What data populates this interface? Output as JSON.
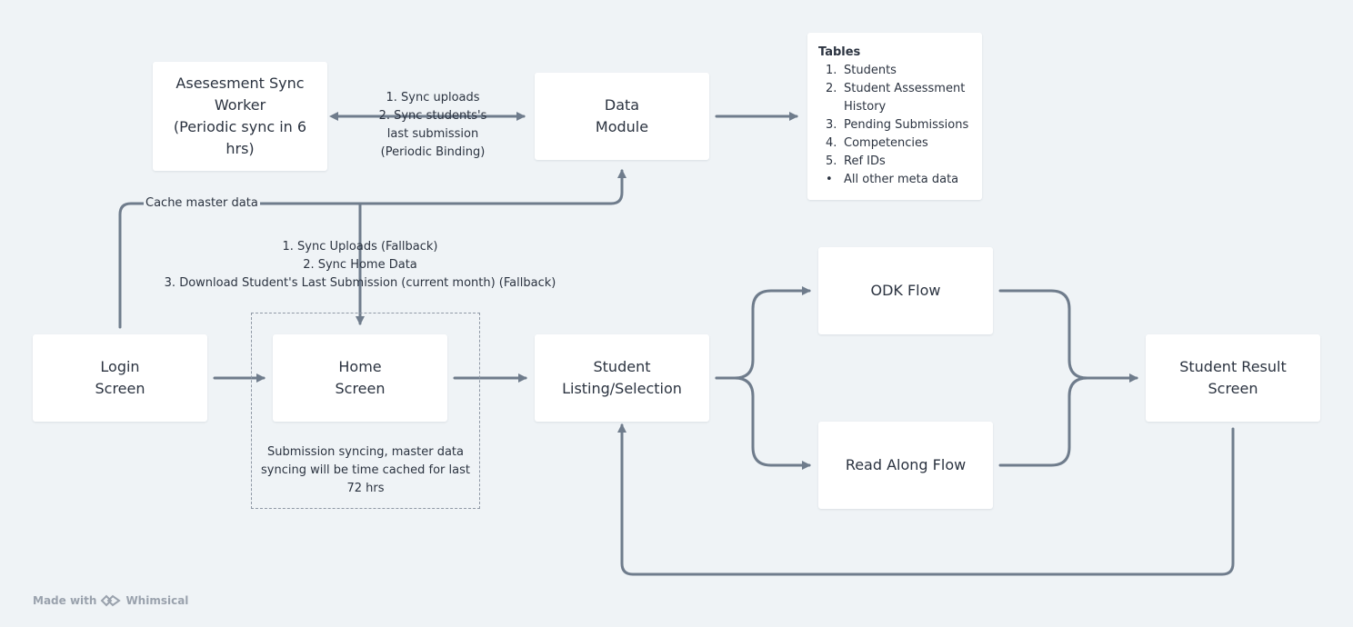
{
  "nodes": {
    "sync_worker": [
      "Asesesment Sync",
      "Worker",
      "(Periodic sync in  6",
      "hrs)"
    ],
    "data_module": [
      "Data",
      "Module"
    ],
    "login": [
      "Login",
      "Screen"
    ],
    "home": [
      "Home",
      "Screen"
    ],
    "student_listing": [
      "Student",
      "Listing/Selection"
    ],
    "odk": [
      "ODK Flow"
    ],
    "read_along": [
      "Read Along Flow"
    ],
    "student_result": [
      "Student Result",
      "Screen"
    ]
  },
  "tables": {
    "title": "Tables",
    "items": [
      {
        "marker": "1.",
        "text": "Students"
      },
      {
        "marker": "2.",
        "text": "Student Assessment History"
      },
      {
        "marker": "3.",
        "text": "Pending Submissions"
      },
      {
        "marker": "4.",
        "text": "Competencies"
      },
      {
        "marker": "5.",
        "text": "Ref IDs"
      },
      {
        "marker": "•",
        "text": "All other meta data"
      }
    ]
  },
  "labels": {
    "sync_edge": [
      "1.  Sync uploads",
      "2. Sync students's",
      "last submission",
      "(Periodic Binding)"
    ],
    "cache_master": "Cache master data",
    "home_sync": [
      "1. Sync Uploads (Fallback)",
      "2. Sync Home Data",
      "3. Download Student's Last Submission (current month) (Fallback)"
    ],
    "home_note": [
      "Submission syncing, master data",
      "syncing will be time cached for last",
      "72 hrs"
    ]
  },
  "footer": {
    "made_with": "Made with",
    "brand": "Whimsical"
  },
  "colors": {
    "background": "#eff3f6",
    "node": "#ffffff",
    "edge": "#6f7c8c",
    "dashed": "#9099a6"
  }
}
